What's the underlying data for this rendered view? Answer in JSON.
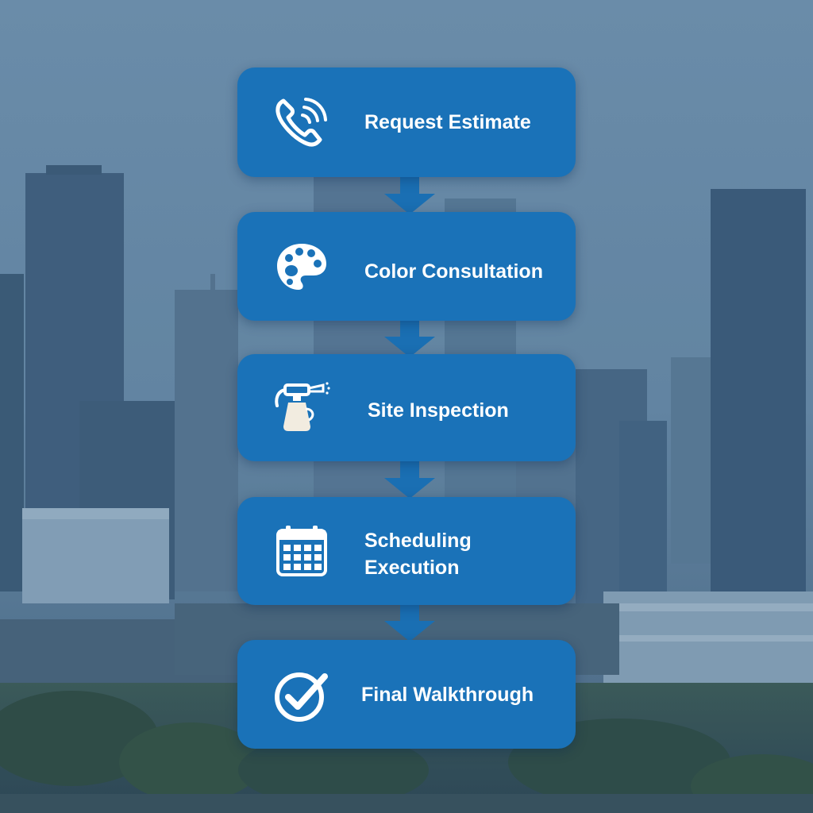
{
  "steps": [
    {
      "label": "Request Estimate",
      "icon": "phone-icon"
    },
    {
      "label": "Color Consultation",
      "icon": "palette-icon"
    },
    {
      "label": "Site Inspection",
      "icon": "spray-bottle-icon"
    },
    {
      "label": "Scheduling Execution",
      "icon": "calendar-icon"
    },
    {
      "label": "Final Walkthrough",
      "icon": "check-circle-icon"
    }
  ],
  "colors": {
    "box": "#1a72b8",
    "connector": "#1a6fb3",
    "sky": "#6e8ea8",
    "buildings": "#3f5e7a"
  }
}
